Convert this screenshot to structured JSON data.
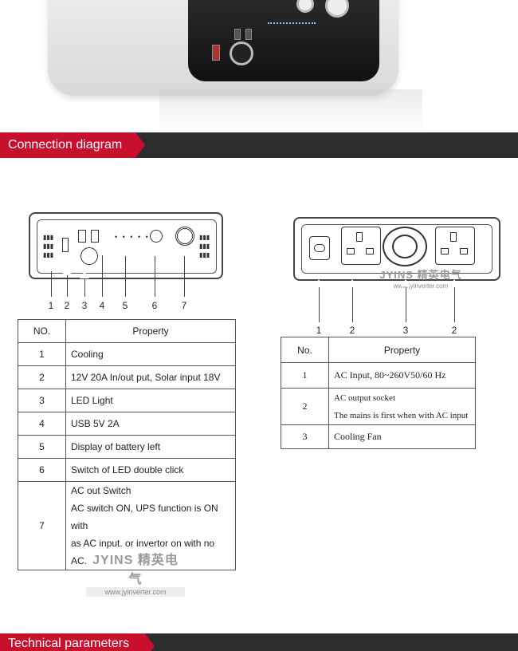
{
  "section_titles": {
    "connection": "Connection diagram",
    "technical": "Technical parameters"
  },
  "left_diagram": {
    "callouts": [
      "1",
      "2",
      "3",
      "4",
      "5",
      "6",
      "7"
    ],
    "table": {
      "headers": [
        "NO.",
        "Property"
      ],
      "rows": [
        {
          "no": "1",
          "lines": [
            "Cooling"
          ]
        },
        {
          "no": "2",
          "lines": [
            "12V 20A In/out put, Solar input 18V"
          ]
        },
        {
          "no": "3",
          "lines": [
            "LED Light"
          ]
        },
        {
          "no": "4",
          "lines": [
            "USB 5V 2A"
          ]
        },
        {
          "no": "5",
          "lines": [
            "Display of battery left"
          ]
        },
        {
          "no": "6",
          "lines": [
            "Switch of LED double click"
          ]
        },
        {
          "no": "7",
          "lines": [
            "AC out Switch",
            "AC switch ON, UPS function is ON with",
            "as AC input.   or invertor on with no AC."
          ]
        }
      ]
    },
    "watermark": {
      "brand": "JYINS 精英电气",
      "site": "www.jyinverter.com"
    }
  },
  "right_diagram": {
    "callouts": [
      "1",
      "2",
      "3",
      "2"
    ],
    "watermark": {
      "brand": "JYINS 精英电气",
      "site": "www.jyinverter.com"
    },
    "table": {
      "headers": [
        "No.",
        "Property"
      ],
      "rows": [
        {
          "no": "1",
          "lines": [
            "AC Input,   80~260V50/60 Hz"
          ]
        },
        {
          "no": "2",
          "lines": [
            "AC output socket",
            "The mains is first when with AC input"
          ]
        },
        {
          "no": "3",
          "lines": [
            "Cooling Fan"
          ]
        }
      ]
    }
  }
}
